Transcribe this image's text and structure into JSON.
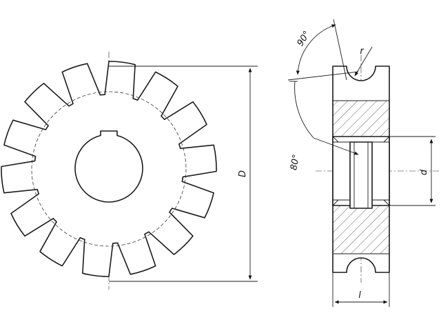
{
  "labels": {
    "outer_diameter": "D",
    "bore_diameter": "d",
    "width": "l",
    "radius": "r",
    "angle_top": "90°",
    "angle_side": "80°"
  },
  "cutter": {
    "teeth": 14
  }
}
